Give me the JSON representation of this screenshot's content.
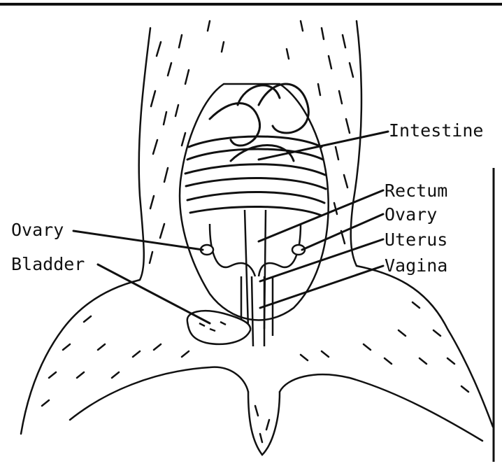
{
  "labels": {
    "intestine": "Intestine",
    "rectum": "Rectum",
    "ovary_right": "Ovary",
    "uterus": "Uterus",
    "vagina": "Vagina",
    "ovary_left": "Ovary",
    "bladder": "Bladder"
  },
  "colors": {
    "ink": "#111111",
    "paper": "#ffffff"
  }
}
